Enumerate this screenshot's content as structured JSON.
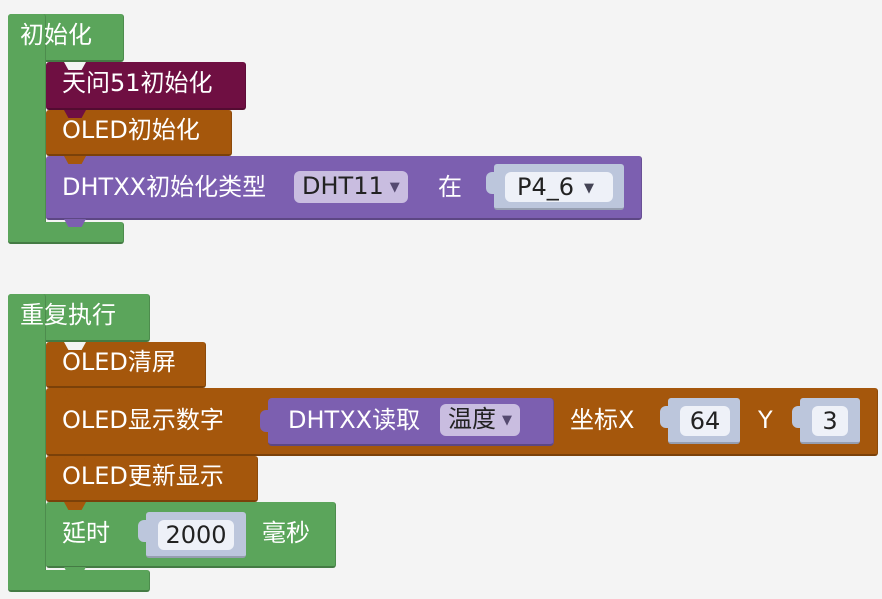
{
  "colors": {
    "control": "#5ba55b",
    "oled": "#a5570c",
    "board": "#6f0f42",
    "sensor": "#7c5fb0",
    "workspace": "#f4f4f4"
  },
  "init_block": {
    "label": "初始化",
    "tianwen_init": "天问51初始化",
    "oled_init": "OLED初始化",
    "dht": {
      "label": "DHTXX初始化类型",
      "type_value": "DHT11",
      "at_label": "在",
      "pin_value": "P4_6",
      "arrow": "▼"
    }
  },
  "loop_block": {
    "label": "重复执行",
    "oled_clear": "OLED清屏",
    "oled_show_number": {
      "label": "OLED显示数字",
      "dht_read": "DHTXX读取",
      "read_type": "温度",
      "arrow": "▼",
      "x_label": "坐标X",
      "x_value": "64",
      "y_label": "Y",
      "y_value": "3"
    },
    "oled_refresh": "OLED更新显示",
    "delay": {
      "label": "延时",
      "value": "2000",
      "unit": "毫秒"
    }
  }
}
